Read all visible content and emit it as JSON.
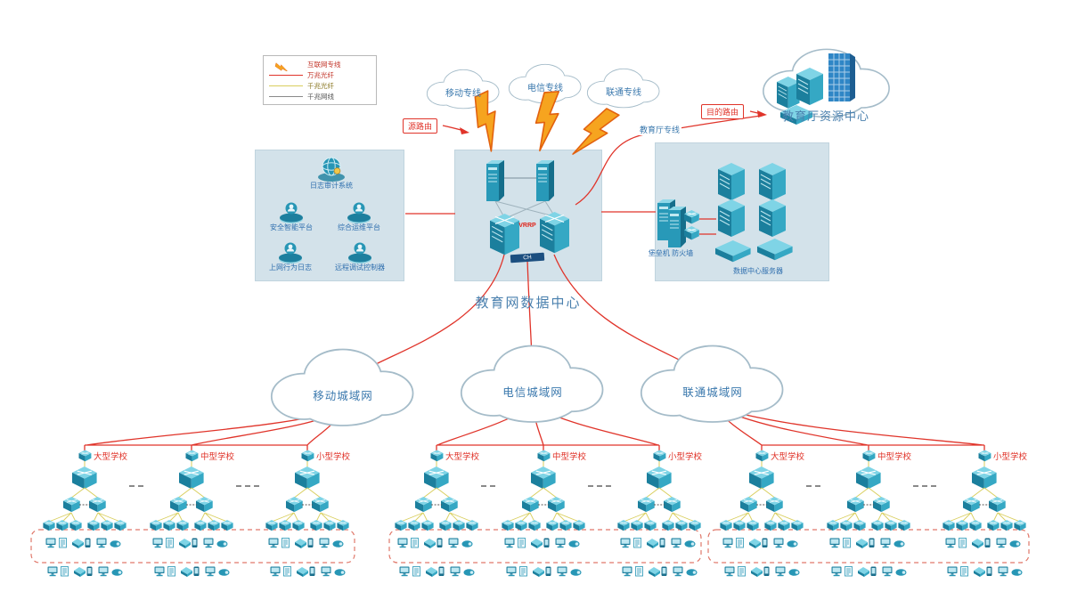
{
  "colors": {
    "device_teal": "#2796b5",
    "line_red": "#e0342a",
    "line_yellow": "#d9ce5d",
    "label_blue": "#3a78ad",
    "lightning_orange": "#f6a41f",
    "zone_fill": "#d3e2ea"
  },
  "legend": {
    "items": [
      {
        "label": "互联网专线"
      },
      {
        "label": "万兆光纤"
      },
      {
        "label": "千兆光纤"
      },
      {
        "label": "千兆网线"
      }
    ]
  },
  "top_clouds": [
    {
      "label": "移动专线"
    },
    {
      "label": "电信专线"
    },
    {
      "label": "联通专线"
    }
  ],
  "routes": {
    "source": "源路由",
    "destination": "目的路由",
    "edu_line": "教育厅专线"
  },
  "resource_center": {
    "label": "教育厅资源中心"
  },
  "security_zone": {
    "items": [
      {
        "label": "日志审计系统"
      },
      {
        "label": "安全智能平台"
      },
      {
        "label": "综合运维平台"
      },
      {
        "label": "上网行为日志"
      },
      {
        "label": "远程调试控制器"
      }
    ]
  },
  "data_center": {
    "title": "教育网数据中心",
    "vrrp_label": "VRRP",
    "stack_label": "CH"
  },
  "server_zone": {
    "firewall_label": "堡垒机 防火墙",
    "servers_label": "数据中心服务器"
  },
  "metro_clouds": [
    {
      "label": "移动城域网"
    },
    {
      "label": "电信城域网"
    },
    {
      "label": "联通城域网"
    }
  ],
  "school_groups": [
    {
      "schools": [
        {
          "label": "大型学校"
        },
        {
          "label": "中型学校"
        },
        {
          "label": "小型学校"
        }
      ]
    },
    {
      "schools": [
        {
          "label": "大型学校"
        },
        {
          "label": "中型学校"
        },
        {
          "label": "小型学校"
        }
      ]
    },
    {
      "schools": [
        {
          "label": "大型学校"
        },
        {
          "label": "中型学校"
        },
        {
          "label": "小型学校"
        }
      ]
    }
  ]
}
